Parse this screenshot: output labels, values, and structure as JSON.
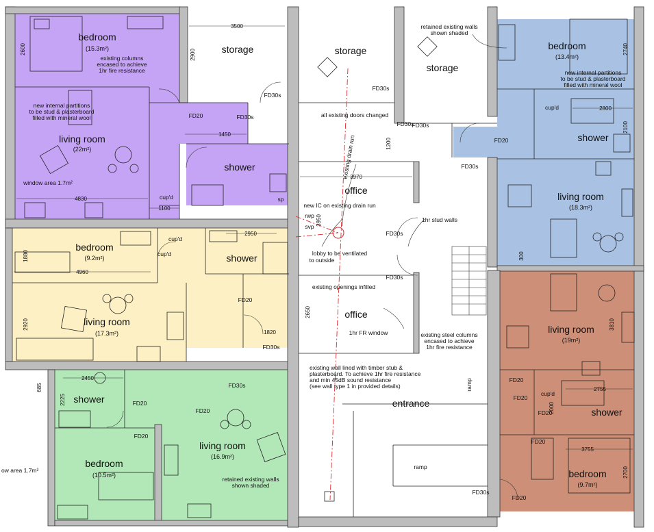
{
  "colors": {
    "purple": "#c5a3f5",
    "blue": "#a9c2e3",
    "yellow": "#fdf0c4",
    "green": "#b2e8b8",
    "brown": "#cd8f77",
    "wall": "#bdbdbd",
    "drain": "#e0262b"
  },
  "rooms": {
    "r1": {
      "name": "bedroom",
      "area": "(15.3m²)"
    },
    "r2": {
      "name": "living room",
      "area": "(22m²)"
    },
    "r3": {
      "name": "storage"
    },
    "r4": {
      "name": "storage"
    },
    "r5": {
      "name": "storage"
    },
    "r6": {
      "name": "shower"
    },
    "r7": {
      "name": "bedroom",
      "area": "(13.4m²)"
    },
    "r8": {
      "name": "shower"
    },
    "r9": {
      "name": "living room",
      "area": "(18.3m²)"
    },
    "r10": {
      "name": "office"
    },
    "r11": {
      "name": "bedroom",
      "area": "(9.2m²)"
    },
    "r12": {
      "name": "shower"
    },
    "r13": {
      "name": "living room",
      "area": "(17.3m²)"
    },
    "r14": {
      "name": "office"
    },
    "r15": {
      "name": "living room",
      "area": "(19m²)"
    },
    "r16": {
      "name": "shower"
    },
    "r17": {
      "name": "bedroom",
      "area": "(9.7m²)"
    },
    "r18": {
      "name": "shower"
    },
    "r19": {
      "name": "living room",
      "area": "(16.9m²)"
    },
    "r20": {
      "name": "bedroom",
      "area": "(10.5m²)"
    },
    "r21": {
      "name": "entrance"
    }
  },
  "notes": {
    "n1a": "existing columns",
    "n1b": "encased to achieve",
    "n1c": "1hr fire resistance",
    "n2a": "new internal partitions",
    "n2b": "to be stud & plasterboard",
    "n2c": "filled with mineral wool",
    "n3a": "retained existing walls",
    "n3b": "shown shaded",
    "n4a": "new internal partitions",
    "n4b": "to be stud & plasterboard",
    "n4c": "filled with mineral wool",
    "n5": "all existing doors changed",
    "n6": "window area 1.7m²",
    "n7": "new IC on existing drain run",
    "n8a": "lobby to be ventilated",
    "n8b": "to outside",
    "n9": "1hr stud walls",
    "n10": "existing openings infilled",
    "n11": "1hr FR window",
    "n12a": "existing steel columns",
    "n12b": "encased to achieve",
    "n12c": "1hr fire resistance",
    "n13a": "existing wall lined with timber stub &",
    "n13b": "plasterboard.  To achieve 1hr fire resistance",
    "n13c": "and min 45dB sound resistance",
    "n13d": "(see wall type 1 in provided details)",
    "n14a": "retained existing walls",
    "n14b": "shown shaded",
    "n15": "ow area 1.7m²"
  },
  "small_labels": {
    "cupd1": "cup'd",
    "cupd2": "cup'd",
    "cupd3": "cup'd",
    "cupd4": "cup'd",
    "cupd5": "cup'd",
    "sp": "sp",
    "rwp": "rwp",
    "svp": "svp",
    "ramp1": "ramp",
    "ramp2": "ramp",
    "existing_drain_run": "existing drain run"
  },
  "doors": {
    "d1": "FD20",
    "d2": "FD30s",
    "d3": "FD30s",
    "d4": "FD30s",
    "d5": "FD30s",
    "d6": "FD20",
    "d7": "FD30s",
    "d8": "FD30s",
    "d9": "FD30s",
    "d10": "FD20",
    "d11": "FD30s",
    "d12": "FD30s",
    "d13": "FD20",
    "d14": "FD20",
    "d15": "FD20",
    "d16": "FD20",
    "d17": "FD20",
    "d18": "FD30s",
    "d19": "FD20",
    "d20": "FD20",
    "d21": "FD30s",
    "d22": "FD20"
  },
  "dims": {
    "a": "3500",
    "b": "2900",
    "c": "2600",
    "d": "1450",
    "e": "4830",
    "f": "1100",
    "g": "3970",
    "h": "1200",
    "i": "2950",
    "j": "1880",
    "k": "4960",
    "l": "2920",
    "m": "2650",
    "n": "1820",
    "o": "2450",
    "p": "2225",
    "q": "685",
    "r": "2740",
    "s": "2800",
    "t": "2100",
    "u": "300",
    "v": "3810",
    "w": "2755",
    "x": "2000",
    "y": "3755",
    "z": "2700",
    "aa": "3950"
  }
}
